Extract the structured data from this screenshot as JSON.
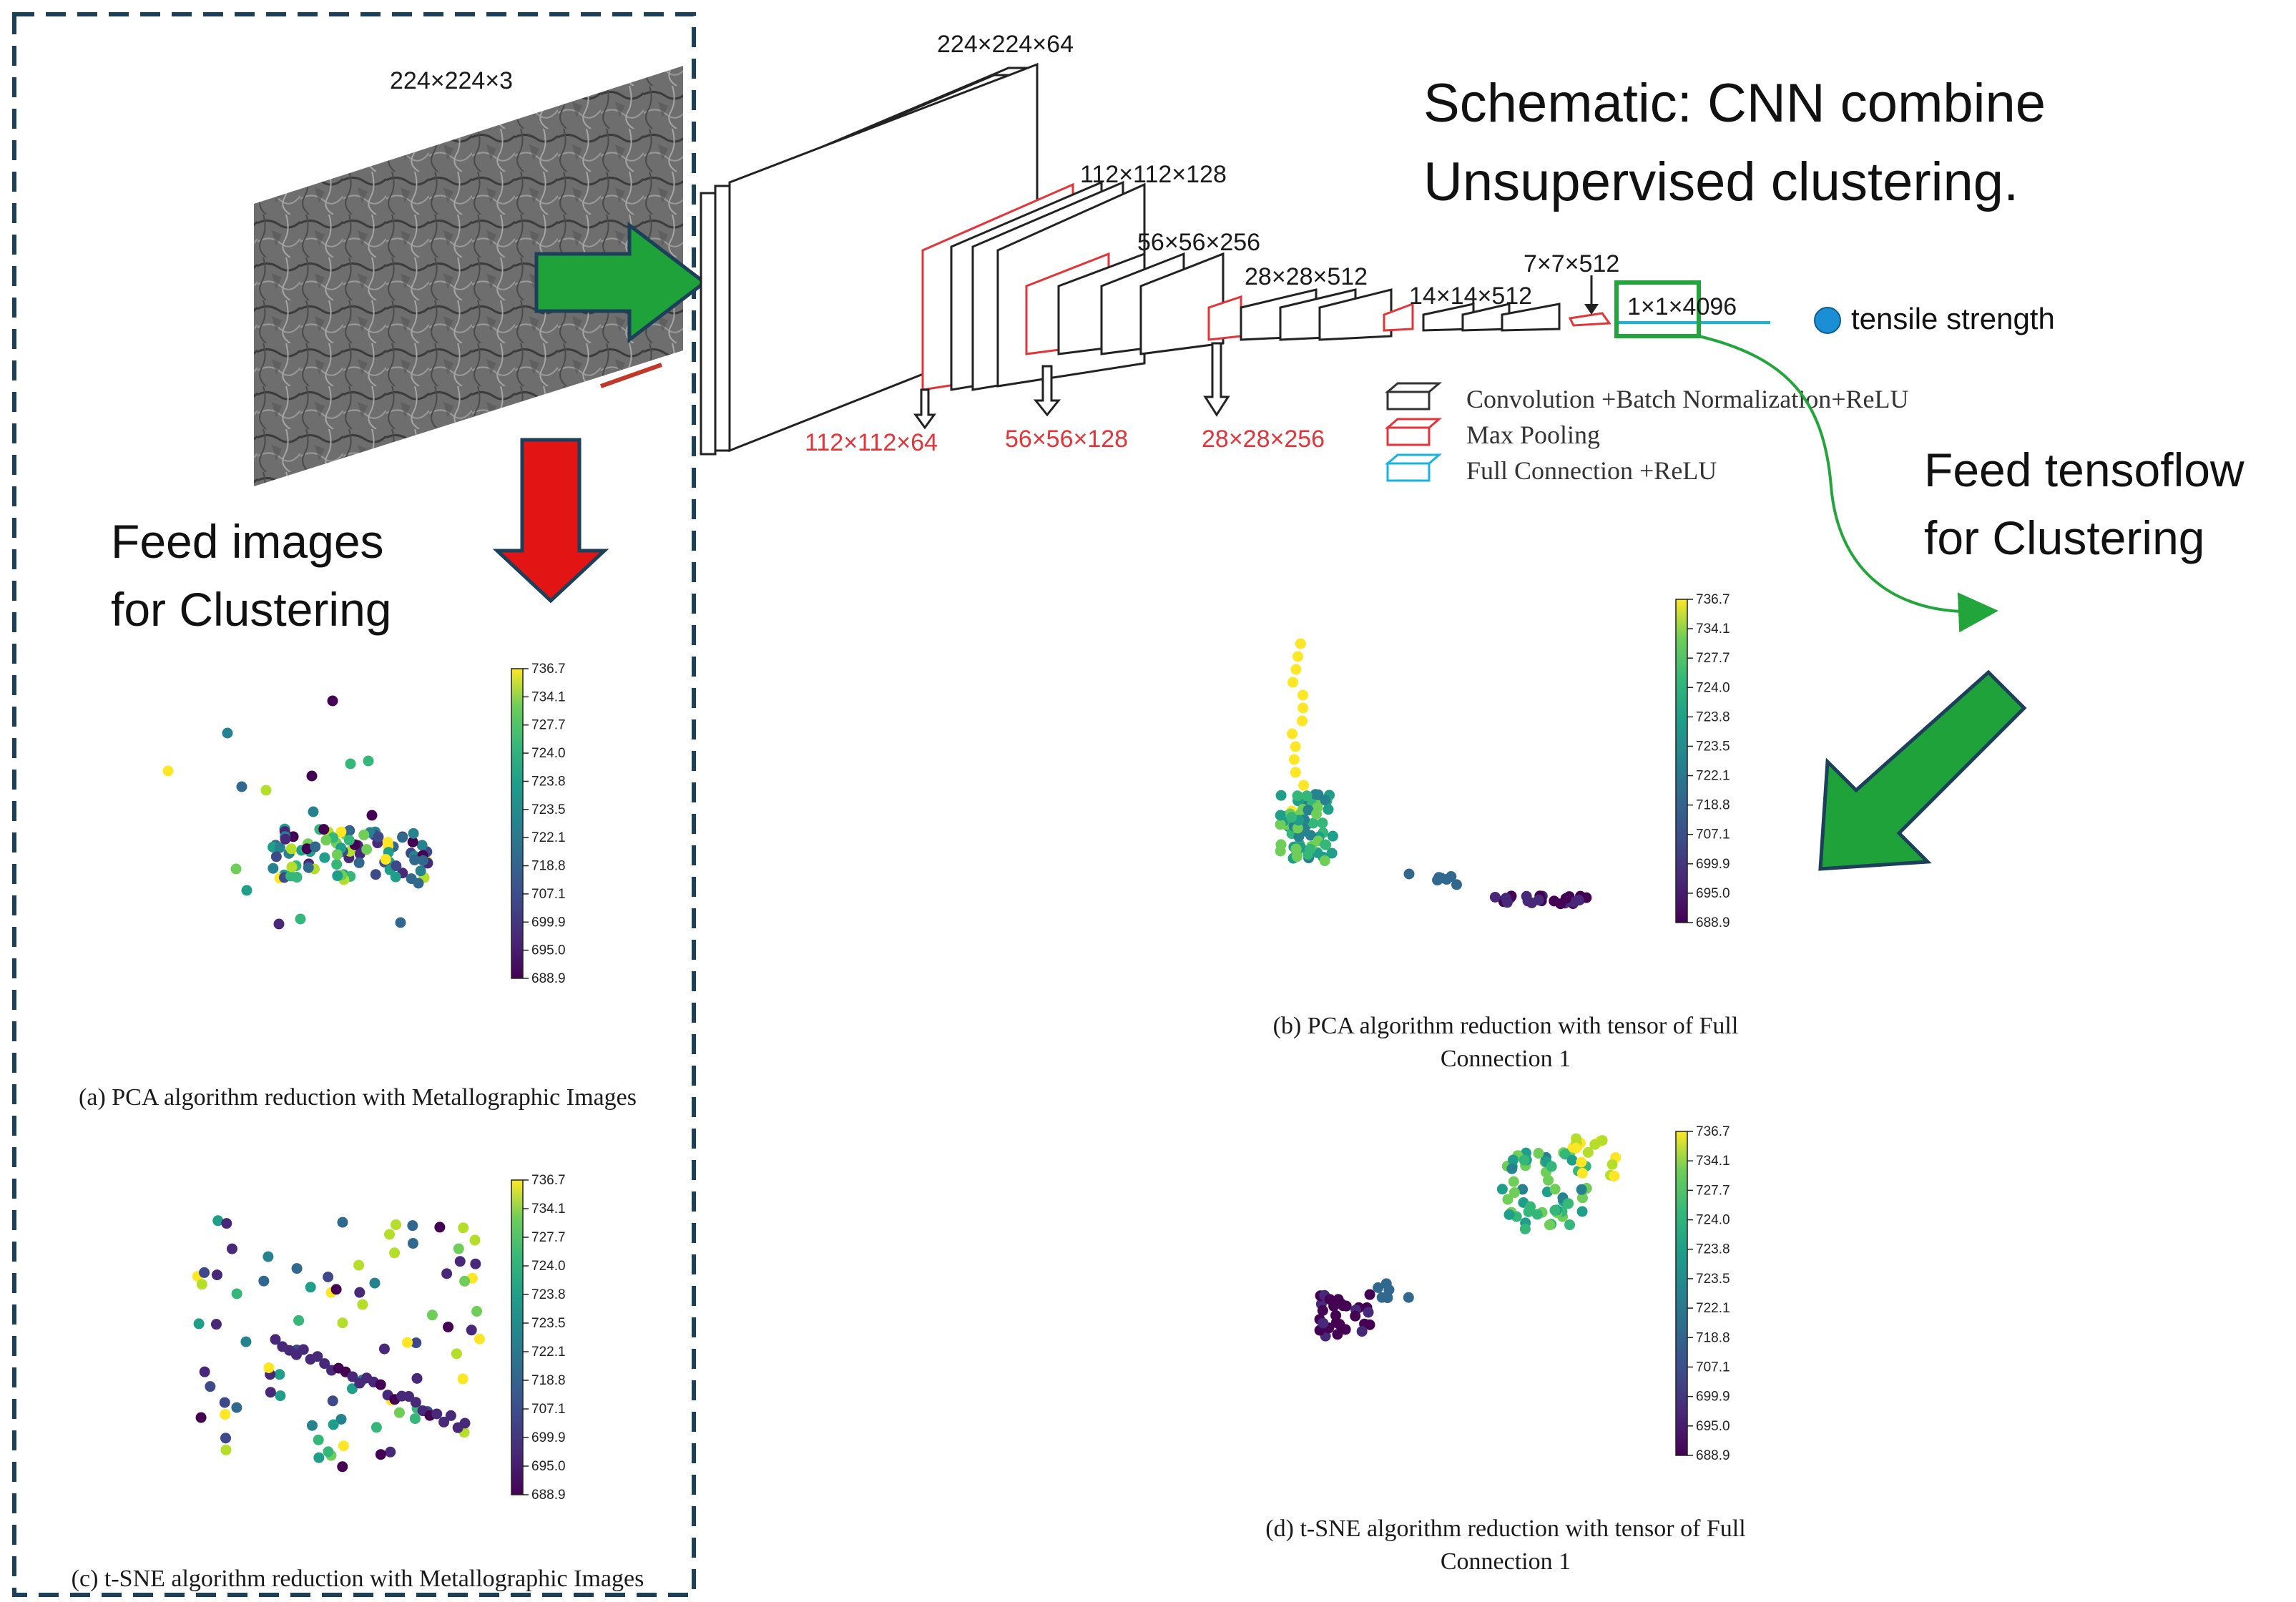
{
  "title": {
    "line1": "Schematic: CNN combine",
    "line2": "Unsupervised clustering."
  },
  "input_dims": "224×224×3",
  "cnn": {
    "top_dims": [
      "224×224×64",
      "112×112×128",
      "56×56×256",
      "28×28×512",
      "14×14×512",
      "7×7×512"
    ],
    "highlight_dims": "1×1×4096",
    "pool_dims": [
      "112×112×64",
      "56×56×128",
      "28×28×256"
    ],
    "output_label": "tensile strength",
    "legend": [
      {
        "label": "Convolution +Batch Normalization+ReLU",
        "color": "#333333"
      },
      {
        "label": "Max  Pooling",
        "color": "#e3343a"
      },
      {
        "label": "Full Connection +ReLU",
        "color": "#18b4e0"
      }
    ]
  },
  "annotations": {
    "feed_images": [
      "Feed images",
      "for Clustering"
    ],
    "feed_tensor": [
      "Feed tensoflow",
      "for Clustering"
    ]
  },
  "colors": {
    "green_arrow": "#1fa23a",
    "red_arrow": "#e21414",
    "dashed_border": "#1c3f5a",
    "highlight_box": "#22a63b"
  },
  "colorbar_ticks": [
    "736.7",
    "734.1",
    "727.7",
    "724.0",
    "723.8",
    "723.5",
    "722.1",
    "718.8",
    "707.1",
    "699.9",
    "695.0",
    "688.9"
  ],
  "panels": [
    {
      "id": "a",
      "caption": [
        "(a) PCA algorithm reduction with Metallographic Images"
      ]
    },
    {
      "id": "b",
      "caption": [
        "(b) PCA algorithm reduction with tensor of Full",
        "Connection 1"
      ]
    },
    {
      "id": "c",
      "caption": [
        "(c) t-SNE algorithm reduction with Metallographic Images"
      ]
    },
    {
      "id": "d",
      "caption": [
        "(d) t-SNE algorithm reduction with tensor of Full",
        "Connection 1"
      ]
    }
  ]
}
